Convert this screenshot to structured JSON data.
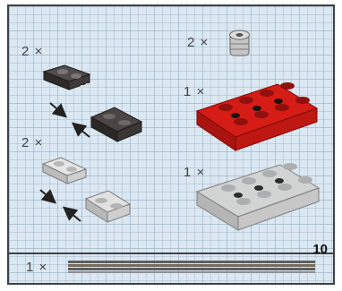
{
  "quantities": {
    "dark_plate_pair": "2 ×",
    "round_connector": "2 ×",
    "red_plate": "1 ×",
    "grey_plate_pair": "2 ×",
    "grey_plate": "1 ×",
    "rod": "1 ×"
  },
  "rod_length_label": "10",
  "colors": {
    "grid_background": "#dbe8f2",
    "border": "#3f4145",
    "red_plate": "#d61c16",
    "dark_grey_plate": "#3b3536",
    "light_grey_plate": "#d2d3d3"
  },
  "icons": [
    "dark-2x1-plate-icon",
    "dark-2x2-plate-icon",
    "light-grey-2x1-plate-icon",
    "light-grey-2x2-plate-icon",
    "round-connector-icon",
    "red-2x4-plate-icon",
    "light-grey-2x4-plate-icon",
    "assembly-arrow-icon",
    "rod-icon"
  ]
}
